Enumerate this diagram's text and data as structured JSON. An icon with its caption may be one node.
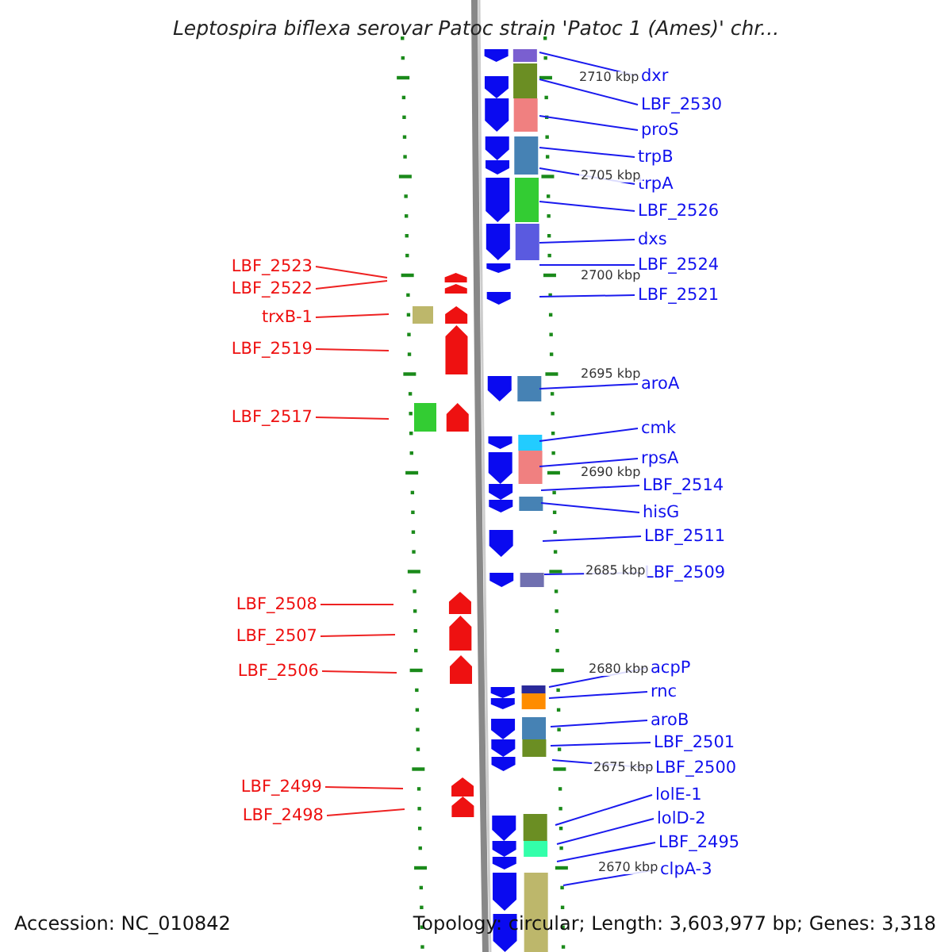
{
  "diagram": {
    "title": "Leptospira biflexa serovar Patoc strain 'Patoc 1 (Ames)' chr...",
    "nodes": [
      {
        "text": [
          "LBF_2523"
        ]
      },
      {
        "text": [
          "LBF_2522"
        ]
      },
      {
        "text": [
          "trxB-1"
        ]
      },
      {
        "text": [
          "LBF_2519"
        ]
      },
      {
        "text": [
          "LBF_2517"
        ]
      },
      {
        "text": [
          "LBF_2508"
        ]
      },
      {
        "text": [
          "LBF_2507"
        ]
      },
      {
        "text": [
          "LBF_2506"
        ]
      },
      {
        "text": [
          "LBF_2499"
        ]
      },
      {
        "text": [
          "LBF_2498"
        ]
      },
      {
        "text": [
          "dxr"
        ]
      },
      {
        "text": [
          "LBF_2530"
        ]
      },
      {
        "text": [
          "proS"
        ]
      },
      {
        "text": [
          "trpB"
        ]
      },
      {
        "text": [
          "trpA"
        ]
      },
      {
        "text": [
          "LBF_2526"
        ]
      },
      {
        "text": [
          "dxs"
        ]
      },
      {
        "text": [
          "LBF_2524"
        ]
      },
      {
        "text": [
          "LBF_2521"
        ]
      },
      {
        "text": [
          "aroA"
        ]
      },
      {
        "text": [
          "cmk"
        ]
      },
      {
        "text": [
          "rpsA"
        ]
      },
      {
        "text": [
          "LBF_2514"
        ]
      },
      {
        "text": [
          "hisG"
        ]
      },
      {
        "text": [
          "LBF_2511"
        ]
      },
      {
        "text": [
          "LBF_2509"
        ]
      },
      {
        "text": [
          "acpP"
        ]
      },
      {
        "text": [
          "rnc"
        ]
      },
      {
        "text": [
          "aroB"
        ]
      },
      {
        "text": [
          "LBF_2501"
        ]
      },
      {
        "text": [
          "LBF_2500"
        ]
      },
      {
        "text": [
          "lolE-1"
        ]
      },
      {
        "text": [
          "lolD-2"
        ]
      },
      {
        "text": [
          "LBF_2495"
        ]
      },
      {
        "text": [
          "clpA-3"
        ]
      }
    ],
    "edges": [
      {
        "from": 0,
        "to": null,
        "arrow": "none",
        "color": "#ee2222"
      },
      {
        "from": 1,
        "to": null,
        "arrow": "none",
        "color": "#ee2222"
      },
      {
        "from": 2,
        "to": null,
        "arrow": "none",
        "color": "#ee2222"
      },
      {
        "from": 3,
        "to": null,
        "arrow": "none",
        "color": "#ee2222"
      },
      {
        "from": 4,
        "to": null,
        "arrow": "none",
        "color": "#ee2222"
      },
      {
        "from": 5,
        "to": null,
        "arrow": "none",
        "color": "#ee2222"
      },
      {
        "from": 6,
        "to": null,
        "arrow": "none",
        "color": "#ee2222"
      },
      {
        "from": 7,
        "to": null,
        "arrow": "none",
        "color": "#ee2222"
      },
      {
        "from": 8,
        "to": null,
        "arrow": "none",
        "color": "#ee2222"
      },
      {
        "from": 9,
        "to": null,
        "arrow": "none",
        "color": "#ee2222"
      },
      {
        "from": 10,
        "to": null,
        "arrow": "none"
      },
      {
        "from": 11,
        "to": null,
        "arrow": "none"
      },
      {
        "from": 12,
        "to": null,
        "arrow": "none"
      },
      {
        "from": 13,
        "to": null,
        "arrow": "none"
      },
      {
        "from": 14,
        "to": null,
        "arrow": "none"
      },
      {
        "from": 15,
        "to": null,
        "arrow": "none"
      },
      {
        "from": 16,
        "to": null,
        "arrow": "none"
      },
      {
        "from": 17,
        "to": null,
        "arrow": "none"
      },
      {
        "from": 18,
        "to": null,
        "arrow": "none"
      },
      {
        "from": 19,
        "to": null,
        "arrow": "none"
      },
      {
        "from": 20,
        "to": null,
        "arrow": "none"
      },
      {
        "from": 21,
        "to": null,
        "arrow": "none"
      },
      {
        "from": 22,
        "to": null,
        "arrow": "none"
      },
      {
        "from": 23,
        "to": null,
        "arrow": "none"
      },
      {
        "from": 24,
        "to": null,
        "arrow": "none"
      },
      {
        "from": 25,
        "to": null,
        "arrow": "none"
      },
      {
        "from": 26,
        "to": null,
        "arrow": "none"
      },
      {
        "from": 27,
        "to": null,
        "arrow": "none"
      },
      {
        "from": 28,
        "to": null,
        "arrow": "none"
      },
      {
        "from": 29,
        "to": null,
        "arrow": "none"
      },
      {
        "from": 30,
        "to": null,
        "arrow": "none"
      },
      {
        "from": 31,
        "to": null,
        "arrow": "none"
      },
      {
        "from": 32,
        "to": null,
        "arrow": "none"
      },
      {
        "from": 33,
        "to": null,
        "arrow": "none"
      },
      {
        "from": 34,
        "to": null,
        "arrow": "none"
      }
    ],
    "labels": [
      "2710 kbp",
      "2705 kbp",
      "2700 kbp",
      "2695 kbp",
      "2690 kbp",
      "2685 kbp",
      "2680 kbp",
      "2675 kbp",
      "2670 kbp",
      "Accession: NC_010842",
      "Topology: circular; Length: 3,603,977 bp; Genes: 3,318"
    ]
  }
}
